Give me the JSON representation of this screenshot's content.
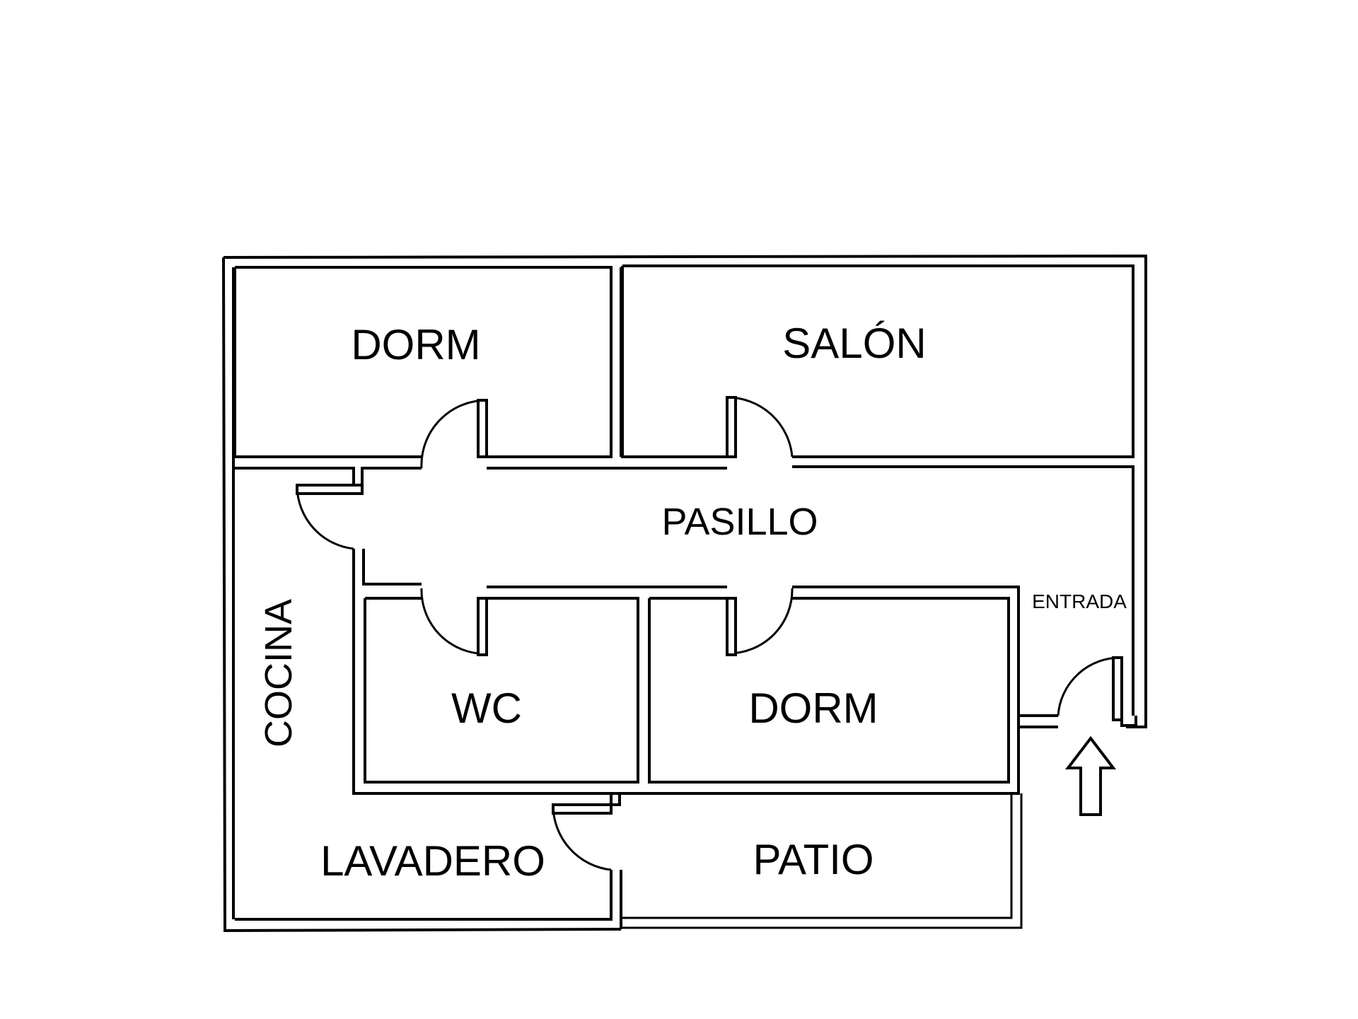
{
  "rooms": {
    "dorm_top": "DORM",
    "salon": "SALÓN",
    "pasillo": "PASILLO",
    "cocina": "COCINA",
    "wc": "WC",
    "dorm_bottom": "DORM",
    "lavadero": "LAVADERO",
    "patio": "PATIO",
    "entrada": "ENTRADA"
  },
  "icons": {
    "entrance_arrow": "up-arrow-icon"
  },
  "colors": {
    "line": "#000000",
    "background": "#ffffff"
  }
}
